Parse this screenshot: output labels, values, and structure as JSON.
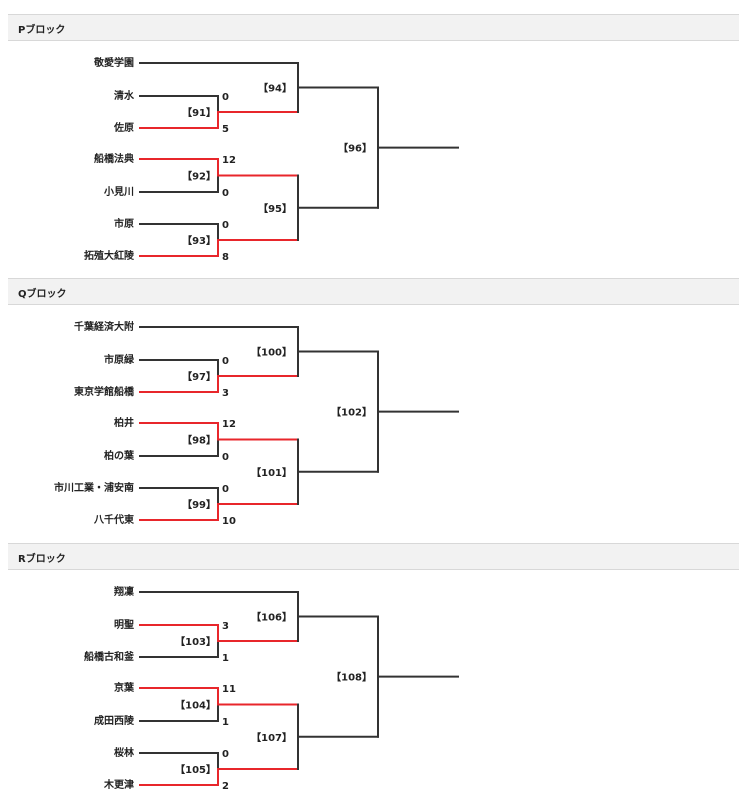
{
  "colors": {
    "win": "#e8262b",
    "loss": "#333333",
    "header_bg": "#f2f2f2"
  },
  "blocks": [
    {
      "title": "Pブロック",
      "teams": [
        "敬愛学園",
        "清水",
        "佐原",
        "船橋法典",
        "小見川",
        "市原",
        "拓殖大紅陵"
      ],
      "first_round": [
        {
          "label": "【91】",
          "score_top": "0",
          "score_bottom": "5",
          "winner": "bottom"
        },
        {
          "label": "【92】",
          "score_top": "12",
          "score_bottom": "0",
          "winner": "top"
        },
        {
          "label": "【93】",
          "score_top": "0",
          "score_bottom": "8",
          "winner": "bottom"
        }
      ],
      "second_round": [
        {
          "label": "【94】"
        },
        {
          "label": "【95】"
        }
      ],
      "final": {
        "label": "【96】"
      }
    },
    {
      "title": "Qブロック",
      "teams": [
        "千葉経済大附",
        "市原緑",
        "東京学館船橋",
        "柏井",
        "柏の葉",
        "市川工業・浦安南",
        "八千代東"
      ],
      "first_round": [
        {
          "label": "【97】",
          "score_top": "0",
          "score_bottom": "3",
          "winner": "bottom"
        },
        {
          "label": "【98】",
          "score_top": "12",
          "score_bottom": "0",
          "winner": "top"
        },
        {
          "label": "【99】",
          "score_top": "0",
          "score_bottom": "10",
          "winner": "bottom"
        }
      ],
      "second_round": [
        {
          "label": "【100】"
        },
        {
          "label": "【101】"
        }
      ],
      "final": {
        "label": "【102】"
      }
    },
    {
      "title": "Rブロック",
      "teams": [
        "翔凜",
        "明聖",
        "船橋古和釜",
        "京葉",
        "成田西陵",
        "桜林",
        "木更津"
      ],
      "first_round": [
        {
          "label": "【103】",
          "score_top": "3",
          "score_bottom": "1",
          "winner": "top"
        },
        {
          "label": "【104】",
          "score_top": "11",
          "score_bottom": "1",
          "winner": "top"
        },
        {
          "label": "【105】",
          "score_top": "0",
          "score_bottom": "2",
          "winner": "bottom"
        }
      ],
      "second_round": [
        {
          "label": "【106】"
        },
        {
          "label": "【107】"
        }
      ],
      "final": {
        "label": "【108】"
      }
    }
  ]
}
